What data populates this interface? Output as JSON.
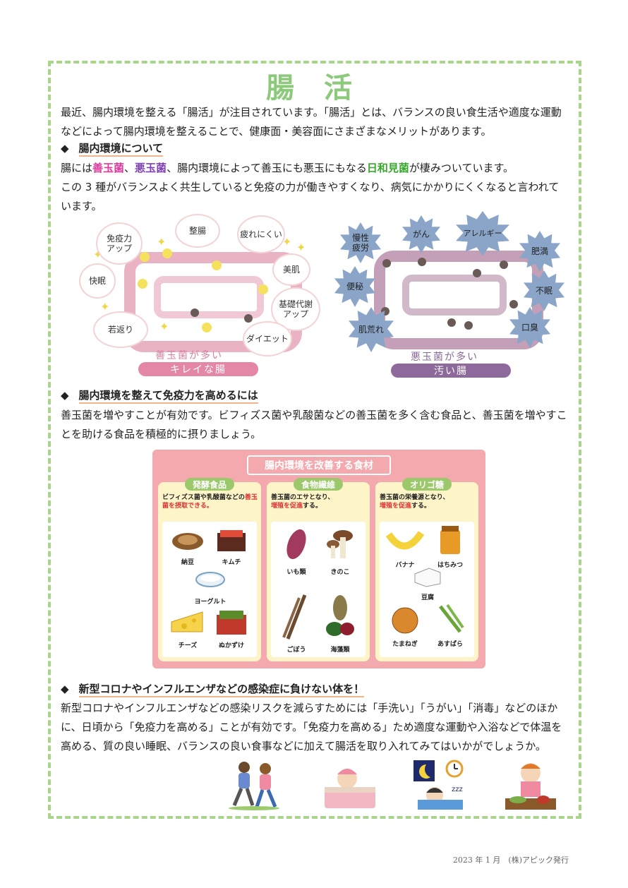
{
  "title": "腸 活",
  "intro": "最近、腸内環境を整える「腸活」が注目されています。「腸活」とは、バランスの良い食生活や適度な運動などによって腸内環境を整えることで、健康面・美容面にさまざまなメリットがあります。",
  "section1": {
    "heading": "腸内環境について",
    "line1_a": "腸には",
    "good": "善玉菌",
    "sep1": "、",
    "bad": "悪玉菌",
    "line1_b": "、腸内環境によって善玉にも悪玉にもなる",
    "neutral": "日和見菌",
    "line1_c": "が棲みついています。",
    "line2": "この 3 種がバランスよく共生していると免疫の力が働きやすくなり、病気にかかりにくくなると言われています。"
  },
  "gut_good": {
    "bubbles": [
      "免疫力\nアップ",
      "整腸",
      "疲れにくい",
      "快眠",
      "美肌",
      "基礎代謝\nアップ",
      "若返り",
      "ダイエット"
    ],
    "caption": "善玉菌が多い",
    "label": "キレイな腸"
  },
  "gut_bad": {
    "stars": [
      "慢性\n疲労",
      "がん",
      "アレルギー",
      "肥満",
      "便秘",
      "不眠",
      "肌荒れ",
      "口臭"
    ],
    "caption": "悪玉菌が多い",
    "label": "汚い腸"
  },
  "section2": {
    "heading": "腸内環境を整えて免疫力を高めるには",
    "text": "善玉菌を増やすことが有効です。ビフィズス菌や乳酸菌などの善玉菌を多く含む食品と、善玉菌を増やすことを助ける食品を積極的に摂りましょう。"
  },
  "food_panel": {
    "title": "腸内環境を改善する食材",
    "columns": [
      {
        "tag": "発酵食品",
        "desc_a": "ビフィズス菌や乳酸菌などの",
        "desc_red": "善玉菌を摂取できる。",
        "desc_b": "",
        "items": [
          "納豆",
          "キムチ",
          "ヨーグルト",
          "チーズ",
          "ぬかずけ"
        ]
      },
      {
        "tag": "食物繊維",
        "desc_a": "善玉菌のエサとなり、",
        "desc_red": "増殖を促進",
        "desc_b": "する。",
        "items": [
          "いも類",
          "きのこ",
          "ごぼう",
          "海藻類"
        ]
      },
      {
        "tag": "オリゴ糖",
        "desc_a": "善玉菌の栄養源となり、",
        "desc_red": "増殖を促進",
        "desc_b": "する。",
        "items": [
          "バナナ",
          "はちみつ",
          "豆腐",
          "たまねぎ",
          "あすぱら"
        ]
      }
    ]
  },
  "section3": {
    "heading": "新型コロナやインフルエンザなどの感染症に負けない体を！",
    "text": "新型コロナやインフルエンザなどの感染リスクを減らすためには「手洗い」「うがい」「消毒」などのほかに、日頃から「免疫力を高める」ことが有効です。「免疫力を高める」ため適度な運動や入浴などで体温を高める、質の良い睡眠、バランスの良い食事などに加えて腸活を取り入れてみてはいかがでしょうか。"
  },
  "illustrations": [
    "jogging-illustration",
    "bath-illustration",
    "sleep-illustration",
    "meal-illustration"
  ],
  "footer": "2023 年 1 月　(株)アピック発行",
  "colors": {
    "frame": "#a9d48c",
    "title": "#8cc97a",
    "good": "#e0389a",
    "bad": "#7d3fb3",
    "neutral": "#3aa82e",
    "panel": "#f4a9ae"
  }
}
